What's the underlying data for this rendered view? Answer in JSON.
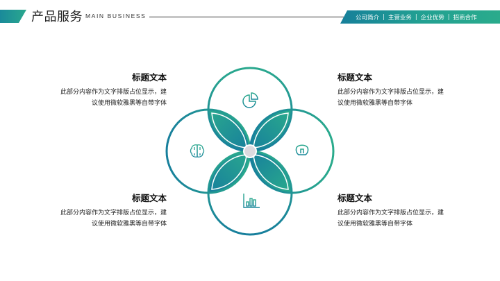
{
  "header": {
    "title": "产品服务",
    "subtitle": "MAIN BUSINESS",
    "nav": [
      {
        "label": "公司简介"
      },
      {
        "label": "主营业务"
      },
      {
        "label": "企业优势"
      },
      {
        "label": "招商合作"
      }
    ],
    "nav_separator": "|"
  },
  "colors": {
    "gradient_start": "#2aa58e",
    "gradient_end": "#167f9a",
    "center_dot": "#dcdadf",
    "text": "#222222"
  },
  "blocks": [
    {
      "position": "top-left",
      "title": "标题文本",
      "line1": "此部分内容作为文字排版占位显示，建",
      "line2": "议使用微软雅黑等自带字体"
    },
    {
      "position": "top-right",
      "title": "标题文本",
      "line1": "此部分内容作为文字排版占位显示，建",
      "line2": "议使用微软雅黑等自带字体"
    },
    {
      "position": "bottom-left",
      "title": "标题文本",
      "line1": "此部分内容作为文字排版占位显示，建",
      "line2": "议使用微软雅黑等自带字体"
    },
    {
      "position": "bottom-right",
      "title": "标题文本",
      "line1": "此部分内容作为文字排版占位显示，建",
      "line2": "议使用微软雅黑等自带字体"
    }
  ],
  "diagram": {
    "icons": [
      {
        "circle": "top",
        "icon": "pie-chart-icon"
      },
      {
        "circle": "left",
        "icon": "brain-icon"
      },
      {
        "circle": "right",
        "icon": "lightbulb-icon"
      },
      {
        "circle": "bottom",
        "icon": "bar-chart-icon"
      }
    ]
  }
}
